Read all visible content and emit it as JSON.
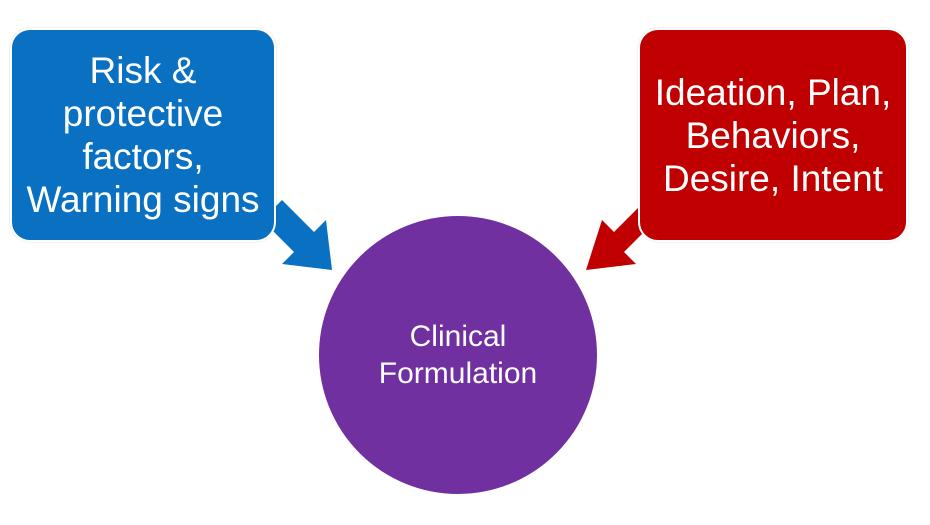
{
  "diagram": {
    "left_box": {
      "lines": [
        "Risk &",
        "protective",
        "factors,",
        "Warning signs"
      ],
      "color": "#0a70c2"
    },
    "right_box": {
      "lines": [
        "Ideation, Plan,",
        "Behaviors,",
        "Desire, Intent"
      ],
      "color": "#c00000"
    },
    "center_circle": {
      "lines": [
        "Clinical",
        "Formulation"
      ],
      "color": "#7030a0"
    },
    "arrows": {
      "left_arrow_color": "#0a70c2",
      "right_arrow_color": "#c00000"
    }
  }
}
